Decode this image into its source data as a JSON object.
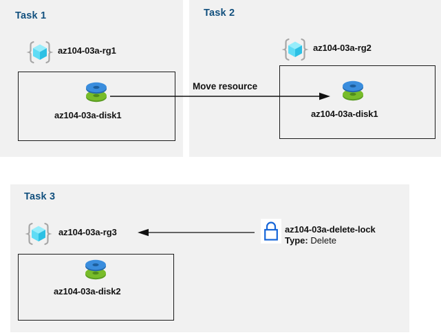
{
  "diagram": {
    "title": "Azure resource group tasks diagram",
    "background": "#ffffff",
    "panel_background": "#f1f1f1",
    "heading_color": "#12507e",
    "border_color": "#1a1a1a",
    "accent_blue": "#2c7fd9",
    "disk_blue": "#3a8ddd",
    "disk_green": "#78bc2a",
    "lock_blue": "#1565d8",
    "cube_cyan": "#7ee8f7",
    "bracket_gray": "#a6a6a6"
  },
  "panels": [
    {
      "id": "task1",
      "title": "Task 1",
      "resource_group": {
        "name": "az104-03a-rg1",
        "icon": "resource-group-icon"
      },
      "resource": {
        "name": "az104-03a-disk1",
        "icon": "managed-disk-icon"
      }
    },
    {
      "id": "task2",
      "title": "Task 2",
      "resource_group": {
        "name": "az104-03a-rg2",
        "icon": "resource-group-icon"
      },
      "resource": {
        "name": "az104-03a-disk1",
        "icon": "managed-disk-icon"
      }
    },
    {
      "id": "task3",
      "title": "Task 3",
      "resource_group": {
        "name": "az104-03a-rg3",
        "icon": "resource-group-icon"
      },
      "resource": {
        "name": "az104-03a-disk2",
        "icon": "managed-disk-icon"
      },
      "lock": {
        "name": "az104-03a-delete-lock",
        "type_key": "Type:",
        "type_value": "Delete",
        "icon": "lock-icon"
      }
    }
  ],
  "arrows": [
    {
      "id": "move-resource",
      "label": "Move resource",
      "direction": "right",
      "from": "az104-03a-disk1 (Task 1)",
      "to": "az104-03a-disk1 (Task 2)"
    },
    {
      "id": "lock-applies-to",
      "label": "",
      "direction": "left",
      "from": "az104-03a-delete-lock",
      "to": "az104-03a-rg3"
    }
  ]
}
